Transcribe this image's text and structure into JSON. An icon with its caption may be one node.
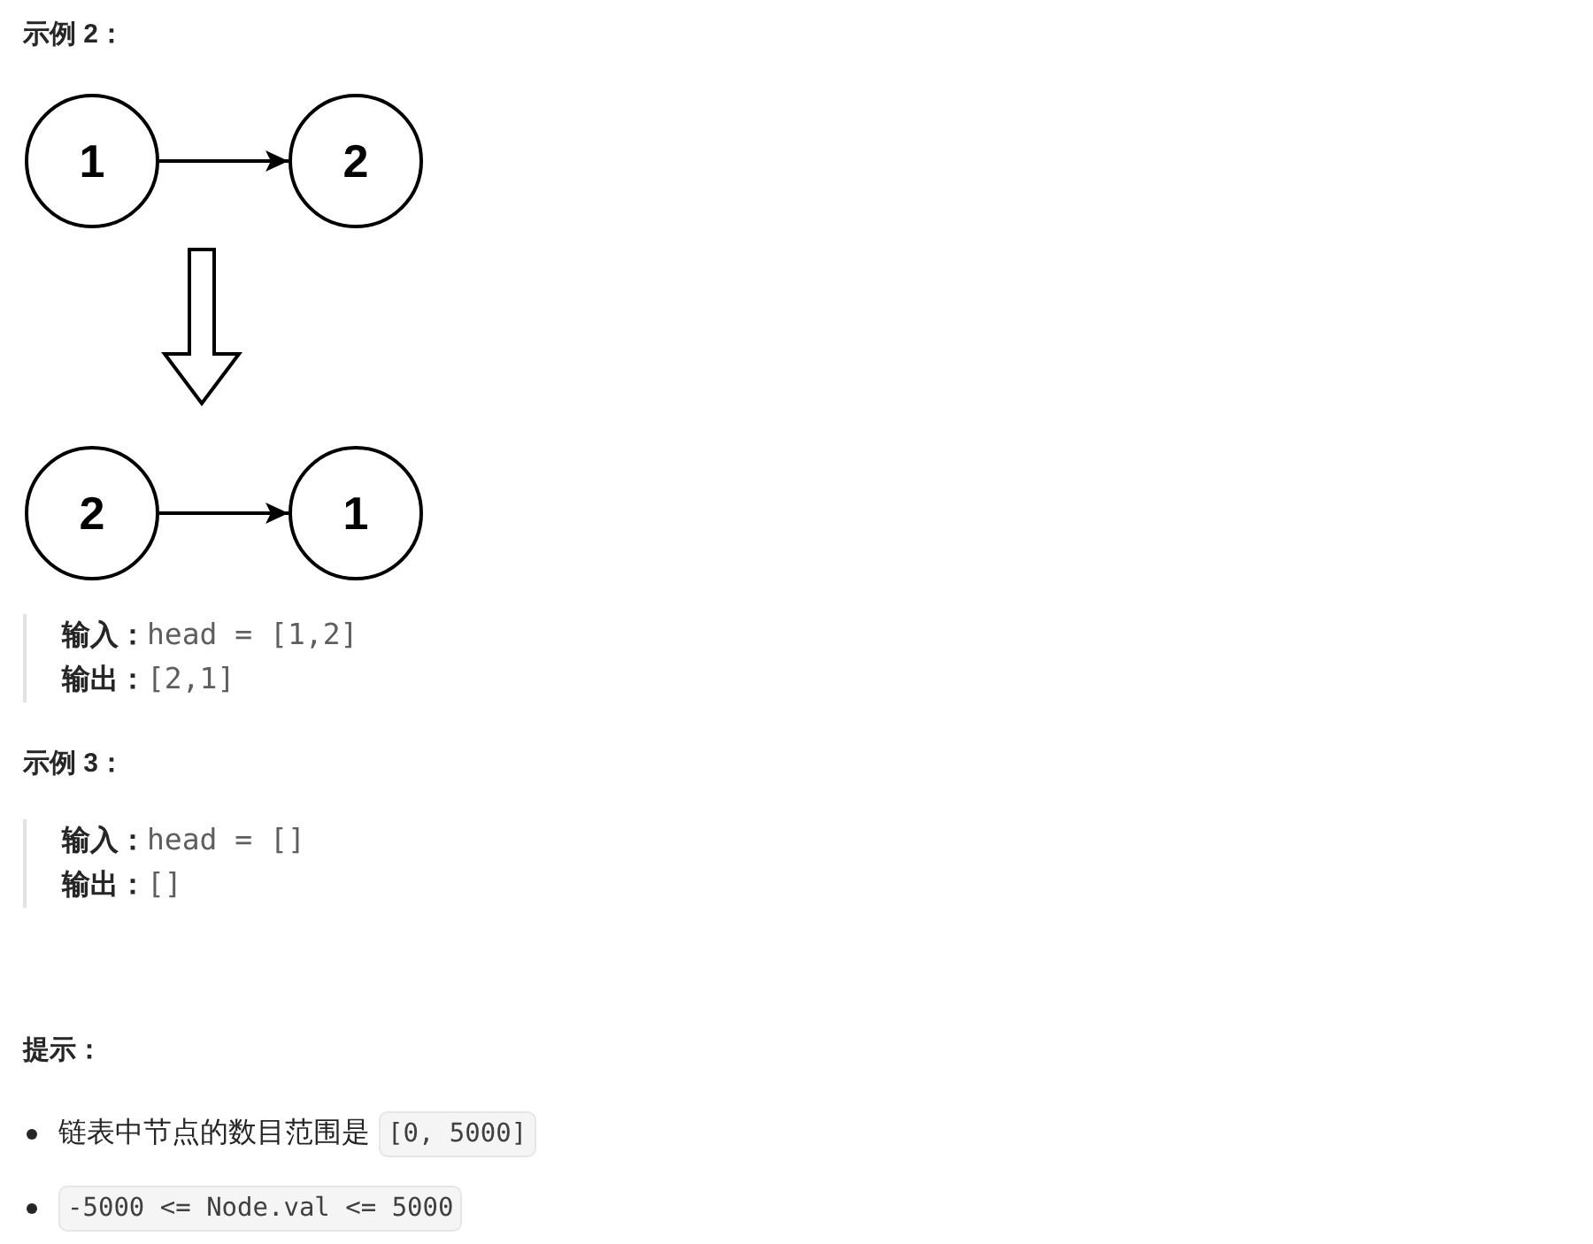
{
  "diagram": {
    "title": "示例 2：",
    "nodes": [
      {
        "text": [
          "1"
        ]
      },
      {
        "text": [
          "2"
        ]
      },
      {
        "text": [
          "2"
        ]
      },
      {
        "text": [
          "1"
        ]
      }
    ],
    "edges": [
      {
        "from": 0,
        "to": 1,
        "arrow": "to"
      },
      {
        "from": 2,
        "to": 3,
        "arrow": "to"
      }
    ],
    "labels": [
      "**输入：**head = [1,2]",
      "**输出：**[2,1]",
      "示例 3：",
      "**输入：**head = []",
      "**输出：**[]",
      "提示：",
      "链表中节点的数目范围是",
      "[0, 5000]",
      "-5000 <= Node.val <= 5000"
    ]
  }
}
